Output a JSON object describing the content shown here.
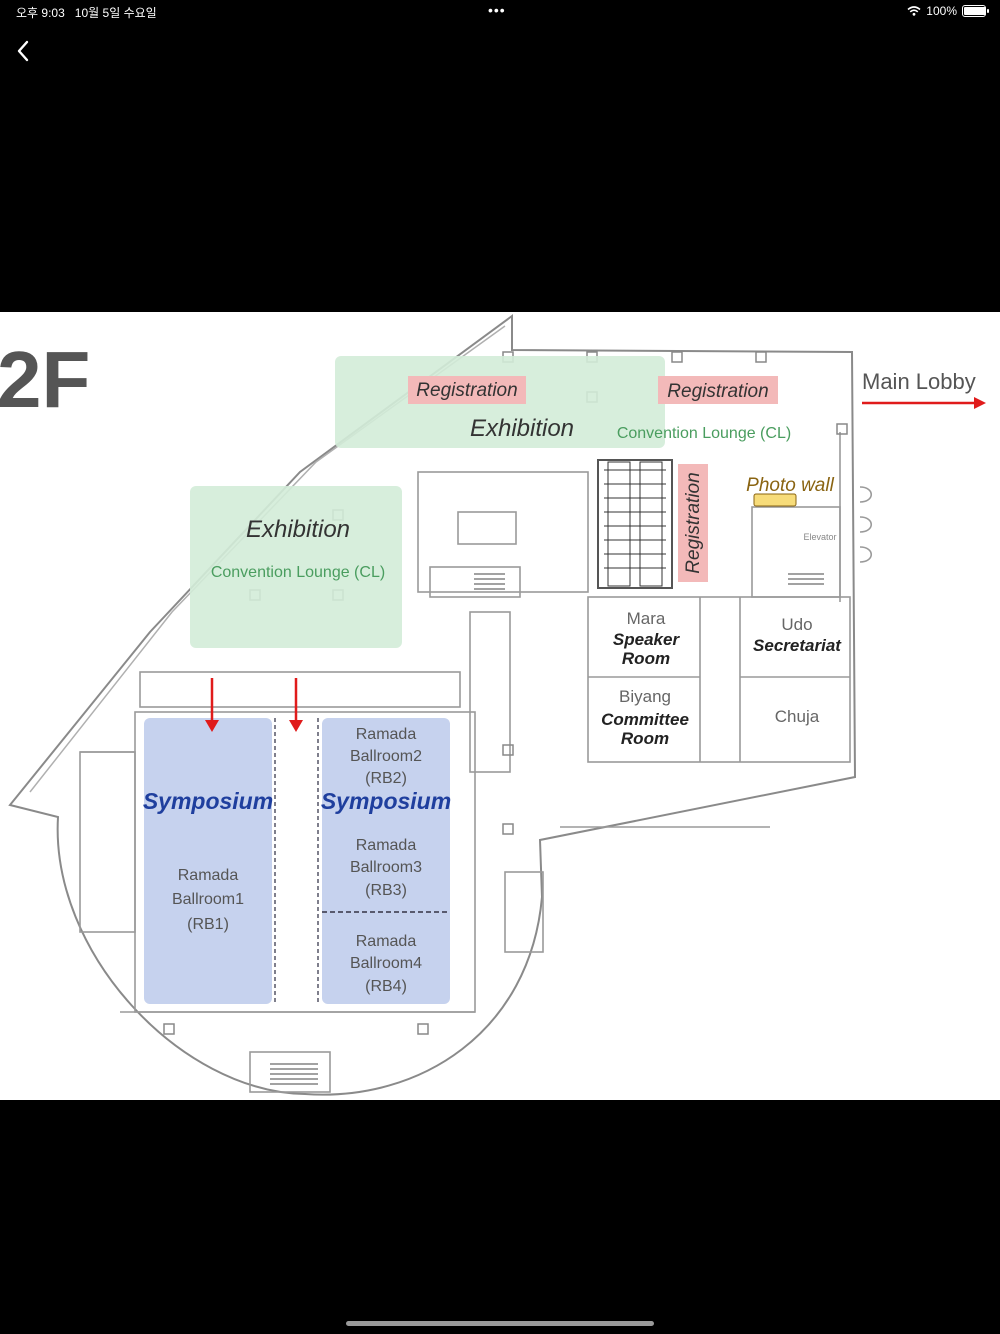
{
  "status_bar": {
    "time": "오후 9:03",
    "date": "10월 5일 수요일",
    "dots": "•••",
    "battery_percent": "100%",
    "battery_level": 1.0
  },
  "nav": {
    "back_icon": "chevron-left-icon"
  },
  "map": {
    "floor": "2F",
    "main_lobby": "Main Lobby",
    "registration": "Registration",
    "exhibition": "Exhibition",
    "convention_lounge": "Convention Lounge (CL)",
    "photo_wall": "Photo wall",
    "elevator": "Elevator",
    "mara": "Mara",
    "speaker": "Speaker",
    "room": "Room",
    "udo": "Udo",
    "secretariat": "Secretariat",
    "biyang": "Biyang",
    "committee": "Committee",
    "chuja": "Chuja",
    "symposium": "Symposium",
    "ramada": "Ramada",
    "ballroom1": "Ballroom1",
    "rb1": "(RB1)",
    "ballroom2": "Ballroom2",
    "rb2": "(RB2)",
    "ballroom3": "Ballroom3",
    "rb3": "(RB3)",
    "ballroom4": "Ballroom4",
    "rb4": "(RB4)",
    "colors": {
      "exhibition_fill": "#d3ecd8",
      "symposium_fill": "#c6d2ee",
      "registration_fill": "#f3b9b9",
      "arrow": "#e01b1b",
      "symposium_text": "#1f3f9e",
      "lounge_text": "#4a9d5f",
      "photo_wall_text": "#8a6412"
    }
  }
}
